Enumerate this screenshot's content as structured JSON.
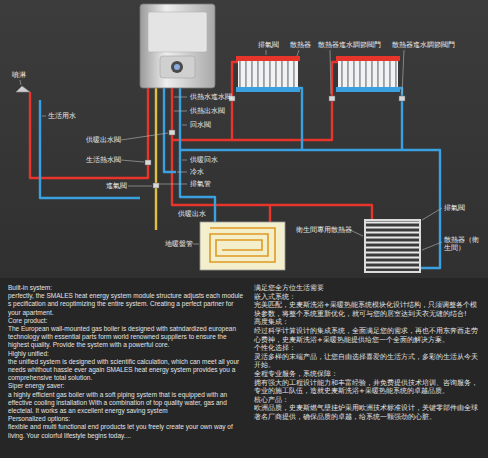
{
  "diagram": {
    "labels": [
      "排氣閥",
      "散熱器",
      "散熱器進水調節閥門",
      "散熱器進水調節閥門",
      "噴淋",
      "生活用水",
      "供熱水進水閥",
      "供熱出水閥",
      "回水閥",
      "供暖出水閥",
      "生活熱水閥",
      "進氣閥",
      "供暖回水",
      "冷水",
      "排氣管",
      "供暖出水",
      "排氣閥",
      "衛生間專用散熱器",
      "地暖盤管",
      "散熱器（衛生間）",
      "Built-in system:",
      "perfectly, the SMALES heat energy system module structure adjusts each module s pecification and reoptimizing the entire system. Creating a perfect partner for your apartment.",
      "Core product:",
      "The European wall-mounted gas boiler is designed with satndardized european technology with essential parts form world renowned suppliers to ensure the highest quality. Provide the system with a powerful core.",
      "Highly unified:",
      "the unified system is designed with scientific calculation, which can meet all your needs whithout hassle ever again SMALES heat energy system provides you a comprehensive total solution.",
      "Siper energy saver:",
      "a highly efficient gas boiler with a soft piping system that is equipped with an effective cooling installation With a combination of top quality water, gas and electeial. It works as an excellent energy saving system",
      "Personalized options:",
      "flexible and multi functional end products let you freely create your own way of living. Your colorful lifestyle begins today....",
      "满足您全方位生活需要",
      "嵌入式系统：",
      "完美匹配，史麦斯洗浴+采暖热能系统模块化设计结构，只须调整各个模块参数，将整个系统重新优化，就可与您的居室达到天衣无缝的结合!",
      "高度集成：",
      "经过科学计算设计的集成系统，全面满足您的需求，再也不用东奔西走劳心费神，史麦斯洗浴+采暖热能提供给您一个全面的解决方案。",
      "个性化选择：",
      "灵活多样的末端产品，让您自由选择喜爱的生活方式，多彩的生活从今天开始。",
      "全程专业服务，系统保障：",
      "拥有强大的工程设计能力和丰富经验，并免费提供技术培训、咨询服务，专业的施工队伍，造就史麦斯洗浴+采暖热能系统的卓越品质。",
      "核心产品：",
      "欧洲品质，史麦斯燃气壁挂炉采用欧洲技术标准设计，关键零部件由全球著名厂商提供，确保品质的卓越，给系统一颗强劲的心脏。"
    ]
  }
}
